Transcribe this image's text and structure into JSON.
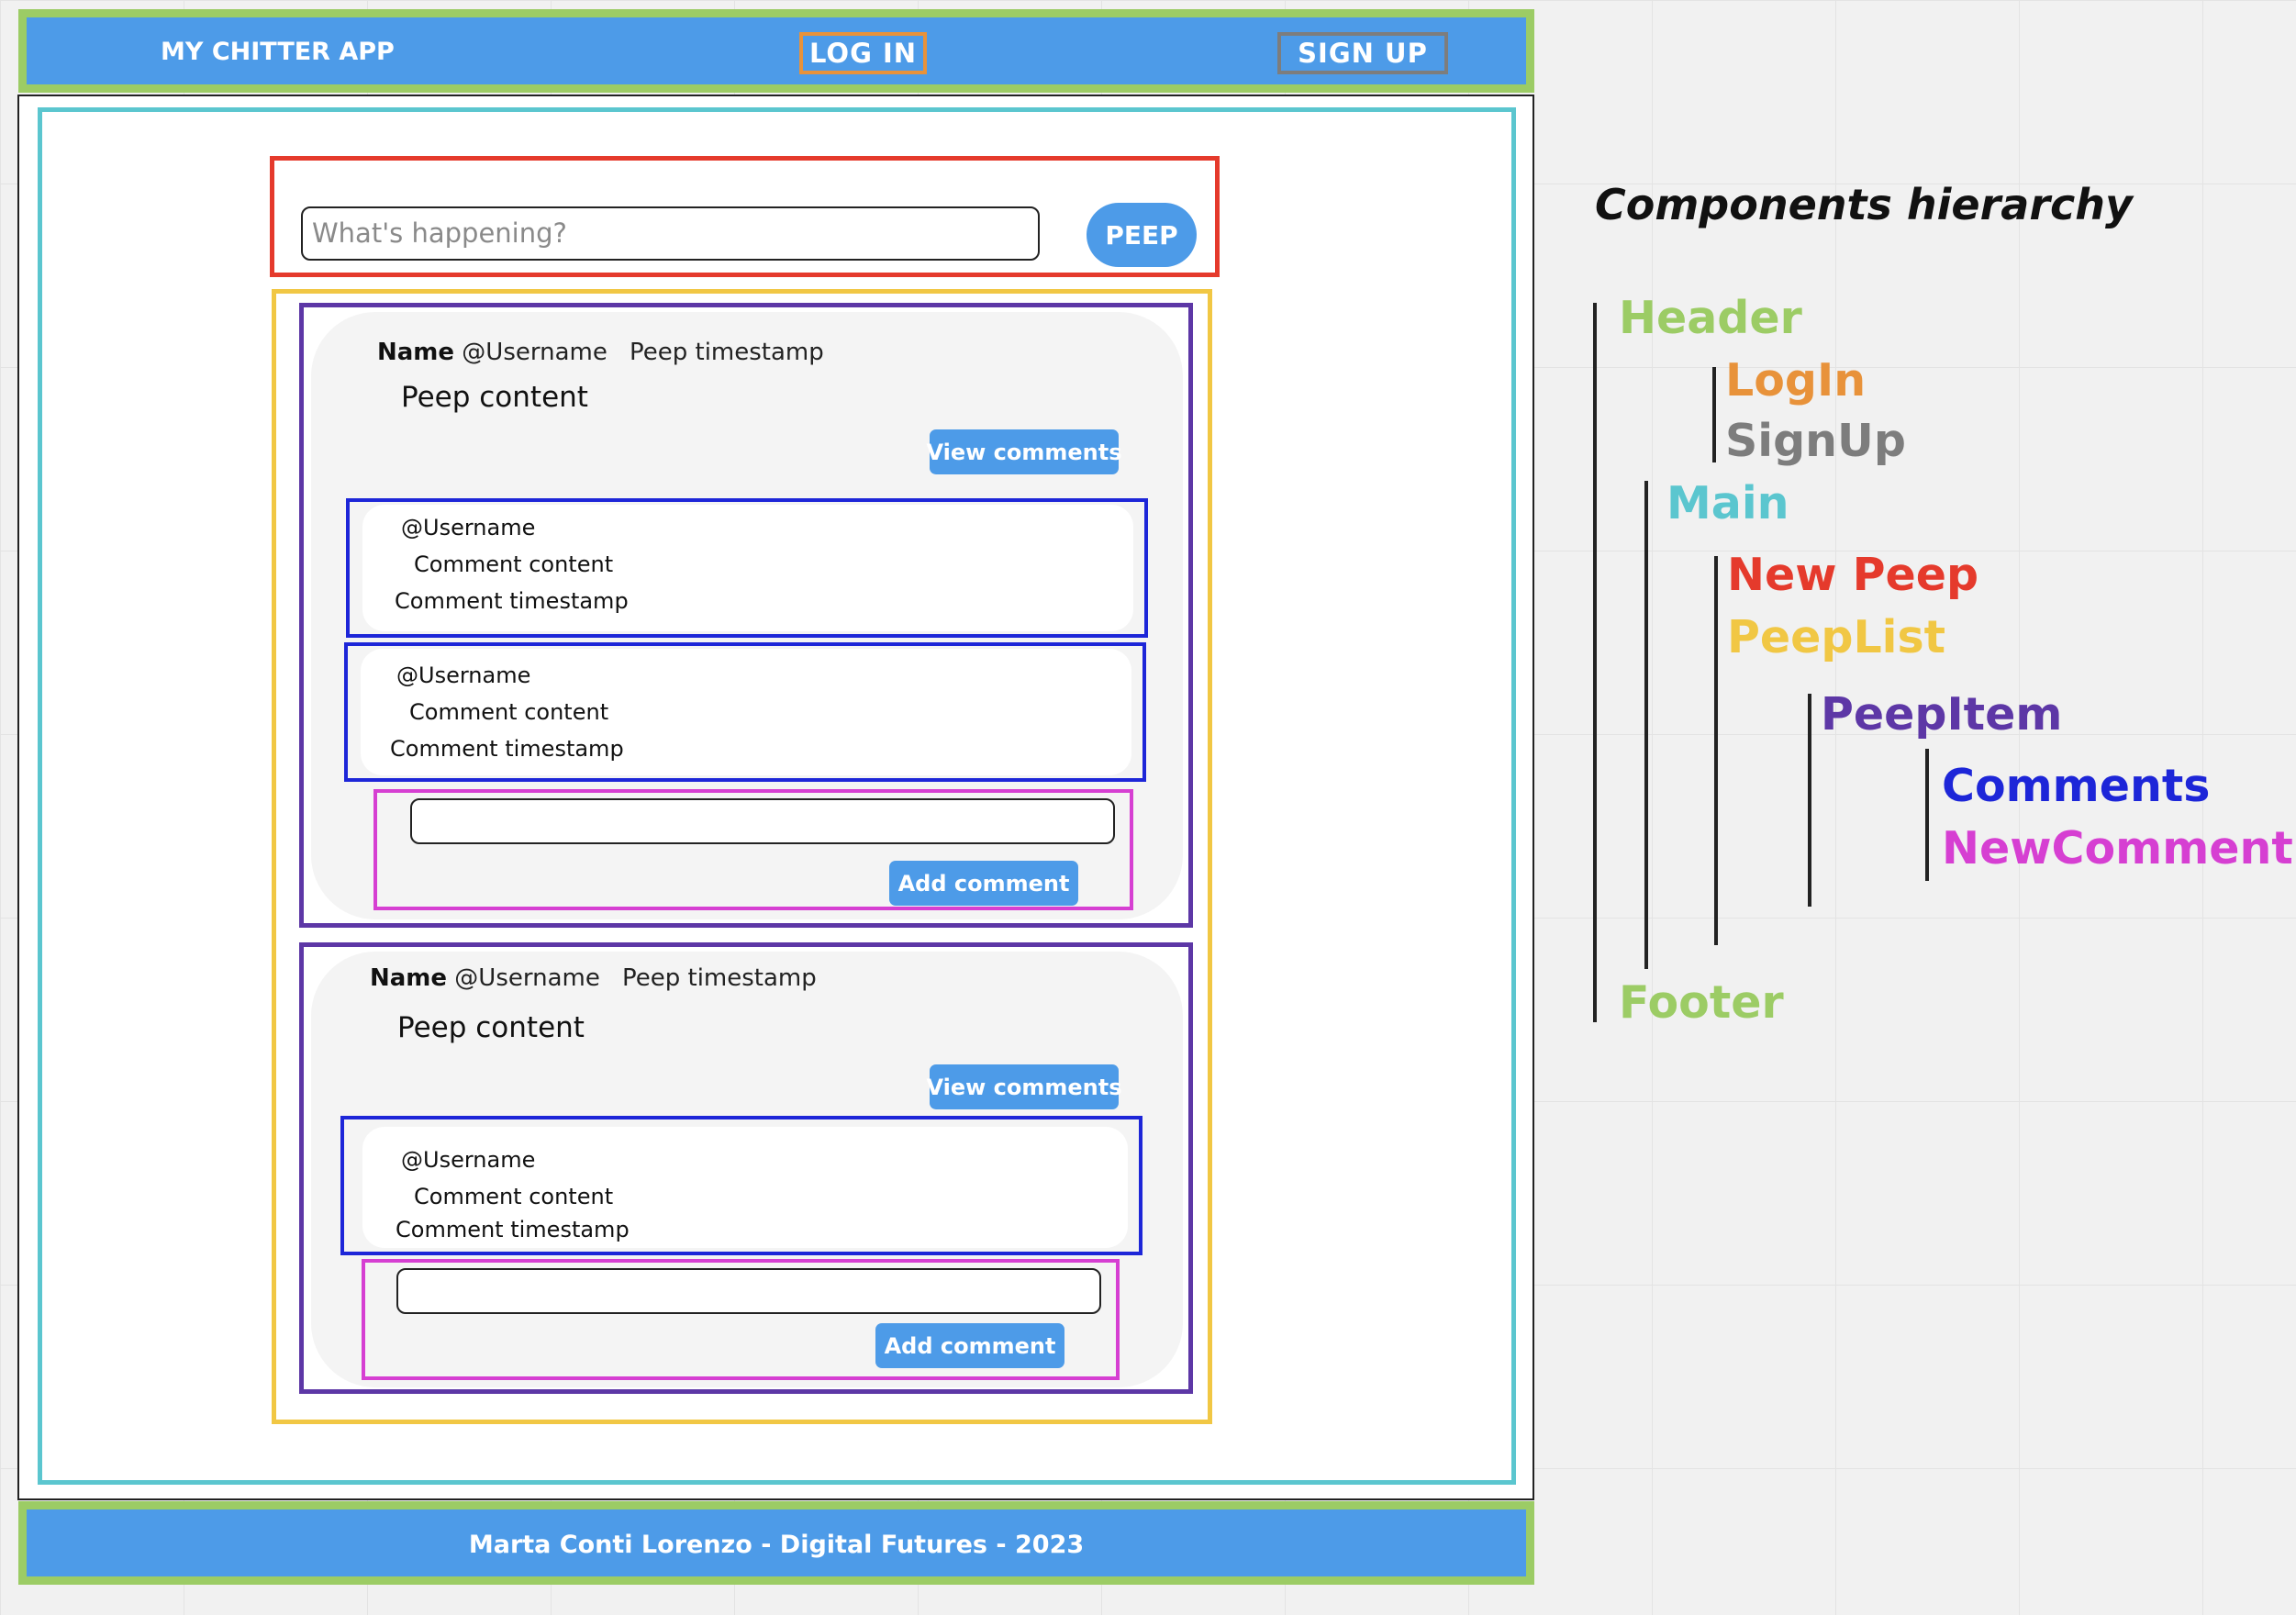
{
  "header": {
    "app_title": "MY CHITTER APP",
    "login_label": "LOG IN",
    "signup_label": "SIGN UP"
  },
  "new_peep": {
    "placeholder": "What's happening?",
    "peep_button": "PEEP"
  },
  "peeps": [
    {
      "name": "Name",
      "username": "@Username",
      "timestamp": "Peep timestamp",
      "content": "Peep content",
      "view_comments": "View comments",
      "comments": [
        {
          "username": "@Username",
          "content": "Comment content",
          "timestamp": "Comment timestamp"
        },
        {
          "username": "@Username",
          "content": "Comment content",
          "timestamp": "Comment timestamp"
        }
      ],
      "add_comment": "Add comment"
    },
    {
      "name": "Name",
      "username": "@Username",
      "timestamp": "Peep timestamp",
      "content": "Peep content",
      "view_comments": "View comments",
      "comments": [
        {
          "username": "@Username",
          "content": "Comment content",
          "timestamp": "Comment timestamp"
        }
      ],
      "add_comment": "Add comment"
    }
  ],
  "footer": {
    "text": "Marta Conti Lorenzo - Digital Futures - 2023"
  },
  "legend": {
    "title": "Components hierarchy",
    "items": [
      {
        "label": "Header",
        "color": "#9ccc65"
      },
      {
        "label": "LogIn",
        "color": "#e8923a"
      },
      {
        "label": "SignUp",
        "color": "#7d7d7d"
      },
      {
        "label": "Main",
        "color": "#5bc6cf"
      },
      {
        "label": "New Peep",
        "color": "#e53a2c"
      },
      {
        "label": "PeepList",
        "color": "#f1c744"
      },
      {
        "label": "PeepItem",
        "color": "#5d37a6"
      },
      {
        "label": "Comments",
        "color": "#1d26d8"
      },
      {
        "label": "NewComment",
        "color": "#d63fd2"
      },
      {
        "label": "Footer",
        "color": "#9ccc65"
      }
    ]
  },
  "colors": {
    "bar_blue": "#4d9be8",
    "header_border": "#9ccc65",
    "login_border": "#e8923a",
    "signup_border": "#7d7d7d"
  }
}
